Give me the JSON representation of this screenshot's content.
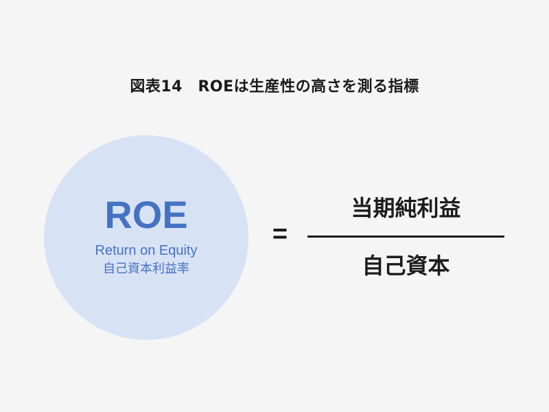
{
  "title": "図表14　ROEは生産性の高さを測る指標",
  "roe": {
    "abbreviation": "ROE",
    "english": "Return on Equity",
    "japanese": "自己資本利益率"
  },
  "formula": {
    "equals": "=",
    "numerator": "当期純利益",
    "denominator": "自己資本"
  },
  "colors": {
    "background": "#f5f5f5",
    "circle_fill": "#d8e2f5",
    "accent_text": "#4472c4",
    "text": "#1a1a1a"
  }
}
